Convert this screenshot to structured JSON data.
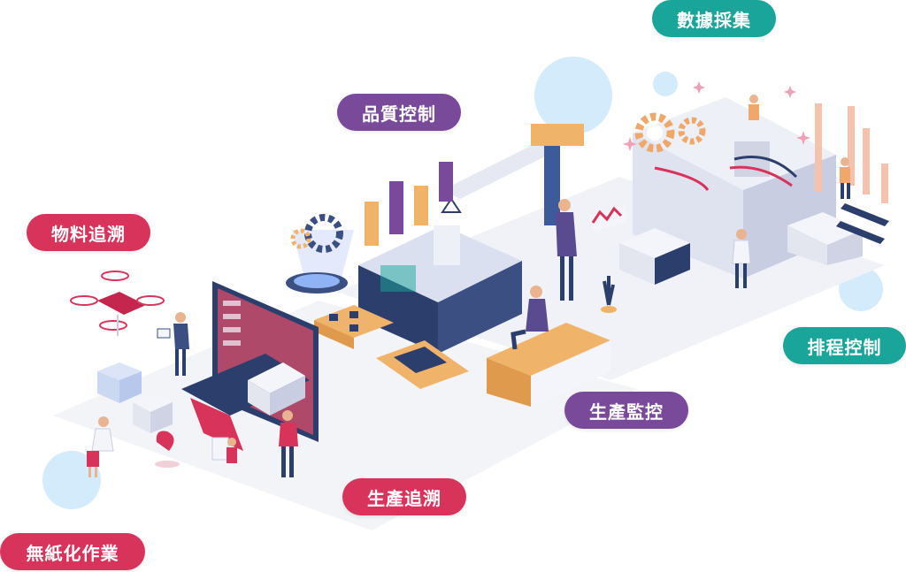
{
  "labels": {
    "data_collection": "數據採集",
    "quality_control": "品質控制",
    "material_tracing": "物料追溯",
    "scheduling_control": "排程控制",
    "production_monitoring": "生產監控",
    "production_tracing": "生產追溯",
    "paperless_operation": "無紙化作業"
  },
  "colors": {
    "teal": "#1aa59a",
    "purple": "#7a4a9a",
    "red": "#d8335b",
    "bubble": "#cfe8fb"
  }
}
